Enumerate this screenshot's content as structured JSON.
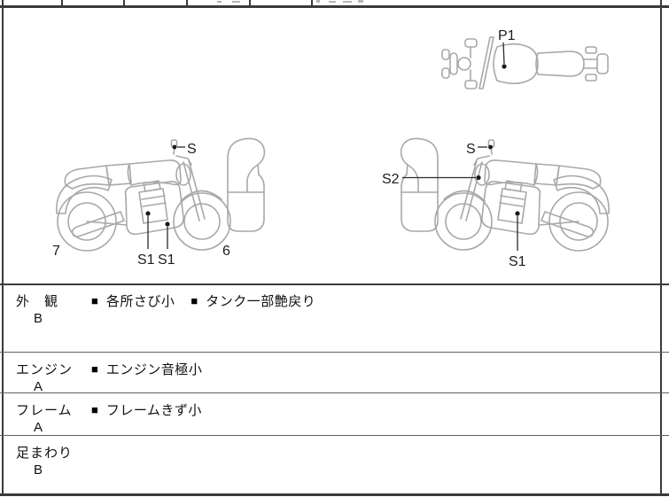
{
  "bullet_char": "■",
  "diagrams": {
    "top_view": {
      "part_label": "P1"
    },
    "left_side_view": {
      "mirror_label": "S",
      "engine_label_1": "S1",
      "engine_label_2": "S1",
      "rear_number": "7",
      "front_number": "6"
    },
    "right_side_view": {
      "mirror_label": "S",
      "headlight_label": "S2",
      "engine_label": "S1"
    }
  },
  "inspection": {
    "rows": [
      {
        "category": "外　観",
        "grade": "B",
        "comments": [
          "各所さび小",
          "タンク一部艶戻り"
        ]
      },
      {
        "category": "エンジン",
        "grade": "A",
        "comments": [
          "エンジン音極小"
        ]
      },
      {
        "category": "フレーム",
        "grade": "A",
        "comments": [
          "フレームきず小"
        ]
      },
      {
        "category": "足まわり",
        "grade": "B",
        "comments": []
      }
    ]
  }
}
